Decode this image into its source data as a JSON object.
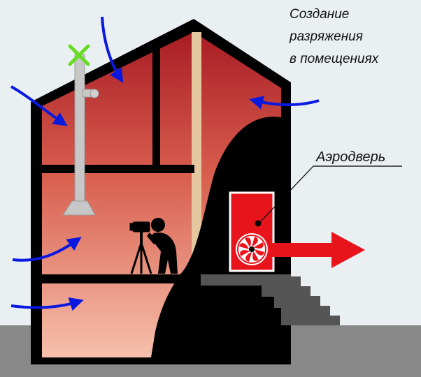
{
  "labels": {
    "depressurization": [
      "Создание",
      "разряжения",
      "в помещениях"
    ],
    "aerodoor": "Аэродверь"
  },
  "colors": {
    "background": "#eaf0f2",
    "ground": "#888888",
    "wall": "#000000",
    "interior_top": "#b3262c",
    "interior_bottom": "#f4b8a6",
    "airflow_arrow": "#0a19e0",
    "exhaust_arrow": "#e8141c",
    "door": "#e8141c",
    "pipe": "#c7c7c7",
    "beam": "#e6c8a0",
    "vent_cross": "#66dd22",
    "stairs": "#555555"
  },
  "icons": [
    "airflow-arrow-icon",
    "exhaust-arrow-icon",
    "fan-icon",
    "photographer-icon",
    "tripod-camera-icon",
    "vent-cross-icon"
  ]
}
